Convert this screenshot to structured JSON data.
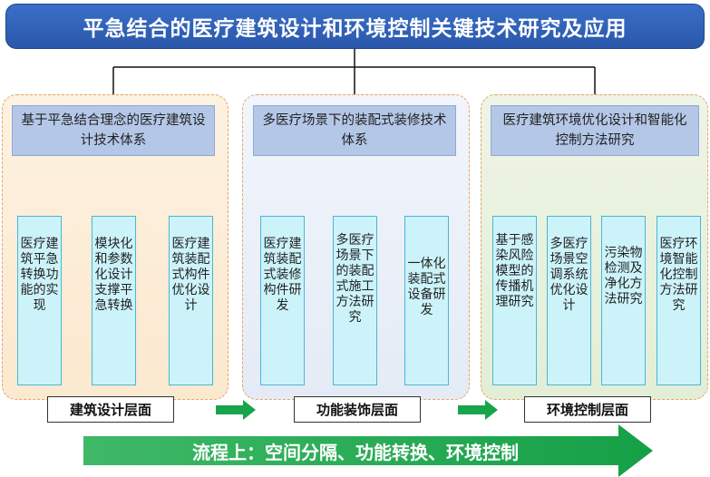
{
  "title": "平急结合的医疗建筑设计和环境控制关键技术研究及应用",
  "columns": [
    {
      "header": "基于平急结合理念的医疗建筑设计技术体系",
      "items": [
        "医疗建筑平急转换功能的实现",
        "模块化和参数化设计支撑平急转换",
        "医疗建筑装配式构件优化设计"
      ],
      "layer_label": "建筑设计层面"
    },
    {
      "header": "多医疗场景下的装配式装修技术体系",
      "items": [
        "医疗建筑装配式装修构件研发",
        "多医疗场景下的装配式施工方法研究",
        "一体化装配式设备研发"
      ],
      "layer_label": "功能装饰层面"
    },
    {
      "header": "医疗建筑环境优化设计和智能化控制方法研究",
      "items": [
        "基于感染风险模型的传播机理研究",
        "多医疗场景空调系统优化设计",
        "污染物检测及净化方法研究",
        "医疗环境智能化控制方法研究"
      ],
      "layer_label": "环境控制层面"
    }
  ],
  "flow_text": "流程上：空间分隔、功能转换、环境控制",
  "colors": {
    "title_bg": "#2a57aa",
    "header_bg": "#b4c7e7",
    "leaf_bg": "#ccf3fa",
    "leaf_border": "#49b7d3",
    "panel_border": "#e6a467",
    "arrow_green": "#18a54a"
  }
}
